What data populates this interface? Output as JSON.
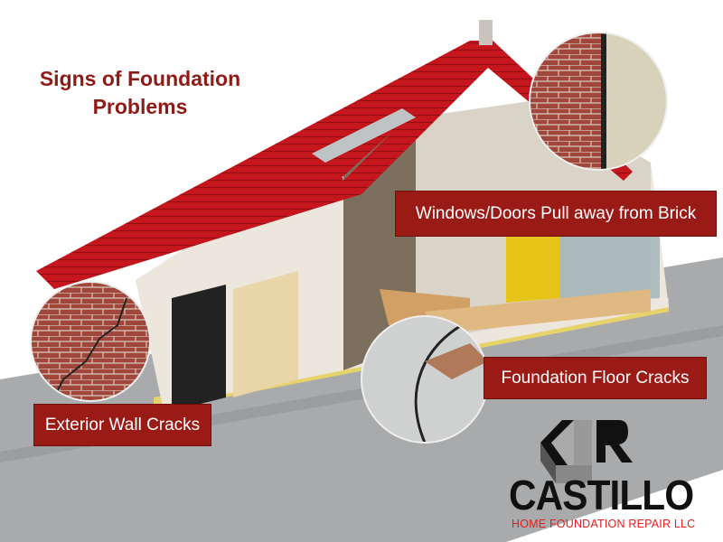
{
  "title": {
    "line1": "Signs of Foundation",
    "line2": "Problems"
  },
  "callouts": {
    "windows_doors": "Windows/Doors Pull away from Brick",
    "floor_cracks": "Foundation Floor Cracks",
    "wall_cracks": "Exterior Wall Cracks"
  },
  "logo": {
    "monogram": "CFR",
    "name": "CASTILLO",
    "tagline": "HOME FOUNDATION REPAIR LLC"
  },
  "colors": {
    "label_bg": "#9a1a15",
    "title": "#8e1b16",
    "roof": "#c4161c",
    "ground": "#a9aaac",
    "tagline": "#e0201c"
  }
}
